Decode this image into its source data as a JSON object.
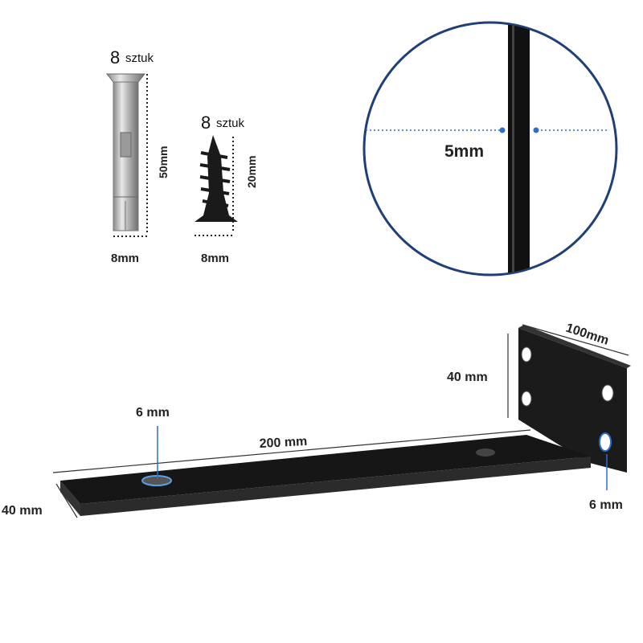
{
  "anchor": {
    "count_number": "8",
    "count_word": "sztuk",
    "length": "50mm",
    "diameter": "8mm"
  },
  "screw": {
    "count_number": "8",
    "count_word": "sztuk",
    "length": "20mm",
    "diameter": "8mm"
  },
  "detail": {
    "thickness": "5mm"
  },
  "bracket": {
    "vertical_width": "100mm",
    "vertical_height": "40 mm",
    "vertical_hole": "6 mm",
    "horizontal_length": "200 mm",
    "horizontal_width": "40 mm",
    "horizontal_hole": "6 mm"
  },
  "colors": {
    "accent": "#1f3f78",
    "dimension_dot": "#2a6fd0",
    "metal": "#111111"
  }
}
